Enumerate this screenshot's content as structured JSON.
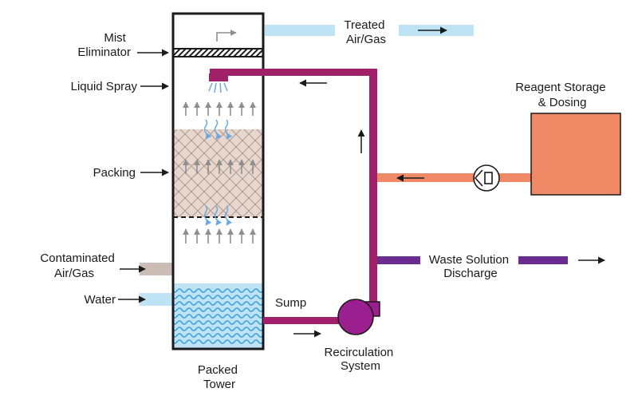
{
  "labels": {
    "mist_eliminator": [
      "Mist",
      "Eliminator"
    ],
    "liquid_spray": "Liquid Spray",
    "packing": "Packing",
    "contaminated": [
      "Contaminated",
      "Air/Gas"
    ],
    "water": "Water",
    "sump": "Sump",
    "packed_tower": [
      "Packed",
      "Tower"
    ],
    "treated": [
      "Treated",
      "Air/Gas"
    ],
    "reagent": [
      "Reagent Storage",
      "& Dosing"
    ],
    "waste": [
      "Waste Solution",
      "Discharge"
    ],
    "recirculation": [
      "Recirculation",
      "System"
    ]
  },
  "colors": {
    "recirculation_pipe": "#a0206a",
    "reagent_feed": "#f08966",
    "reagent_tank": "#f08966",
    "waste_discharge": "#6b2c91",
    "pump": "#9b1f8f",
    "treated_gas": "#bde3f4",
    "contaminated_gas": "#cbbcb6",
    "water_line": "#bde3f4",
    "water_waves": "#3da2de",
    "packing_fill": "#e8d7ce",
    "packing_lines": "#b7a49a",
    "spray_droplets": "#6aa8e0",
    "gas_arrows": "#8e8e8e"
  },
  "icons": [
    "arrow-right-icon",
    "arrow-left-icon",
    "arrow-up-icon",
    "pump-icon",
    "check-valve-icon"
  ]
}
